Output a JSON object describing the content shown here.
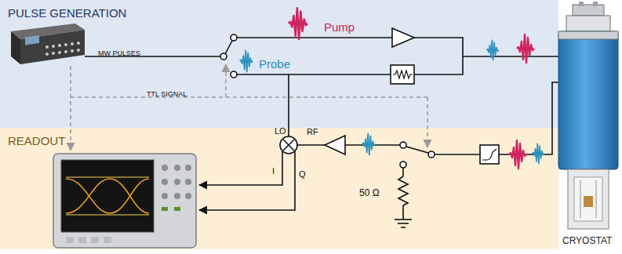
{
  "diagram": {
    "nodes": [
      {
        "text": [
          "PULSE GENERATION"
        ]
      },
      {
        "text": [
          "READOUT"
        ]
      }
    ],
    "labels": [
      "Pump",
      "MW PULSES",
      "Probe",
      "TTL SIGNAL",
      "LO",
      "RF",
      "I",
      "Q",
      "50 Ω",
      "CRYOSTAT"
    ]
  }
}
